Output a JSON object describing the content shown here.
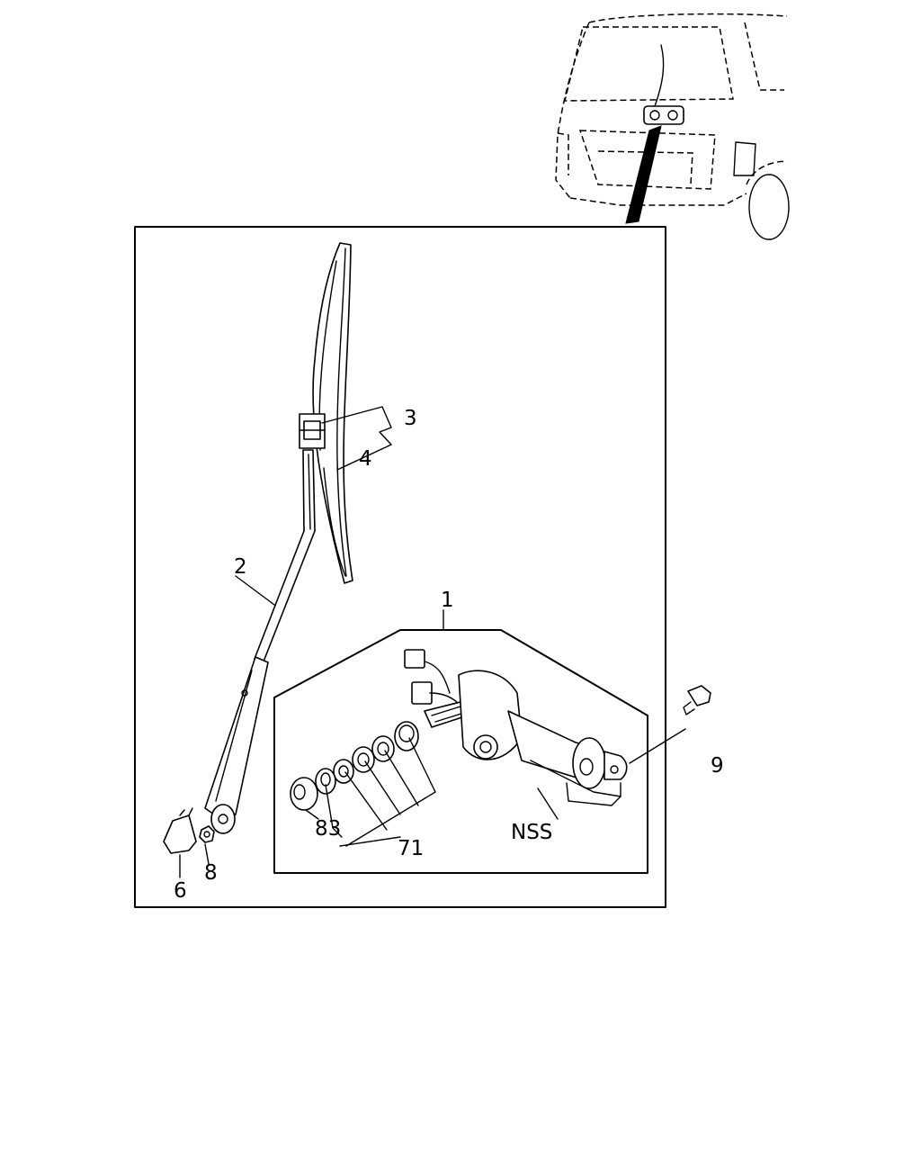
{
  "diagram": {
    "callouts": [
      {
        "id": "1",
        "text": "1"
      },
      {
        "id": "2",
        "text": "2"
      },
      {
        "id": "3",
        "text": "3"
      },
      {
        "id": "4",
        "text": "4"
      },
      {
        "id": "6",
        "text": "6"
      },
      {
        "id": "8",
        "text": "8"
      },
      {
        "id": "9",
        "text": "9"
      },
      {
        "id": "71",
        "text": "71"
      },
      {
        "id": "83",
        "text": "83"
      },
      {
        "id": "nss",
        "text": "NSS"
      }
    ]
  }
}
